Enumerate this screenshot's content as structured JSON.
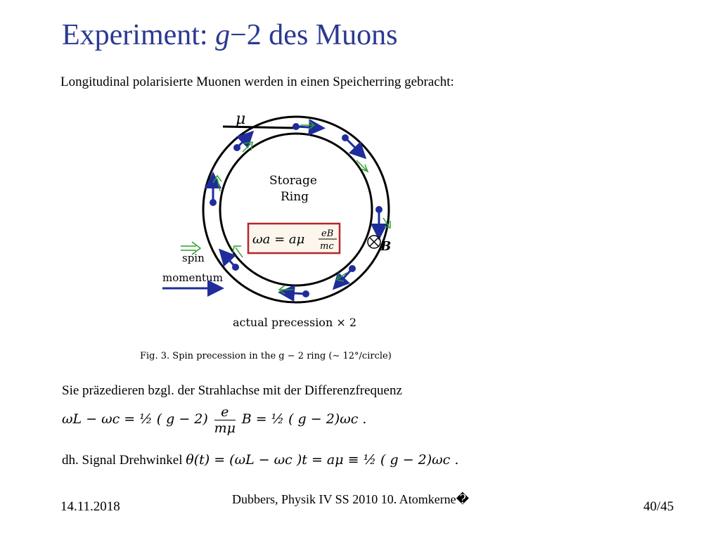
{
  "slide": {
    "title_prefix": "Experiment: ",
    "title_var": "g",
    "title_suffix": "−2 des Muons",
    "intro": "Longitudinal polarisierte Muonen werden in einen Speicherring gebracht:",
    "line1": "Sie präzedieren bzgl. der Strahlachse mit der Differenzfrequenz",
    "line3_prefix": "dh. Signal Drehwinkel"
  },
  "figure": {
    "mu_label": "μ",
    "ring_label_1": "Storage",
    "ring_label_2": "Ring",
    "formula": "ωa = aμ",
    "formula_num": "eB",
    "formula_den": "mc",
    "b_label": "B",
    "spin_label": "spin",
    "momentum_label": "momentum",
    "precession_label": "actual precession × 2",
    "caption": "Fig. 3. Spin precession in the g − 2 ring (∼ 12°/circle)",
    "colors": {
      "ring": "#000000",
      "momentum": "#1f2d9c",
      "spin": "#2e9e2e",
      "formula_box": "#b5262d"
    }
  },
  "equations": {
    "eq1_a": "ωL − ωc = ½ ( g − 2)",
    "eq1_num": "e",
    "eq1_den": "mμ",
    "eq1_b": "B = ½ ( g − 2)ωc .",
    "eq2": "θ(t) = (ωL − ωc )t = aμ ≡ ½ ( g − 2)ωc ."
  },
  "footer": {
    "date": "14.11.2018",
    "center": "Dubbers, Physik IV SS 2010 10. Atomkerne�",
    "page": "40/45"
  }
}
